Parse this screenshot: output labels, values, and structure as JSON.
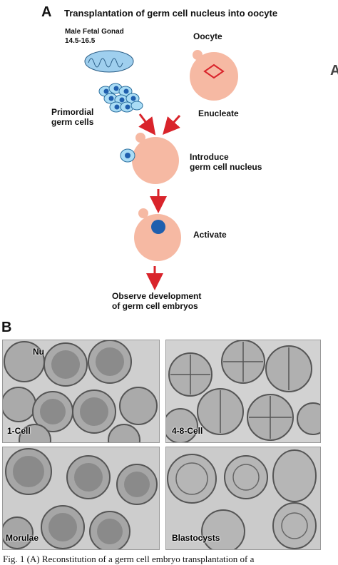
{
  "panel_a": {
    "letter": "A",
    "title": "Transplantation of germ cell nucleus into oocyte",
    "gonad_line1": "Male Fetal Gonad",
    "gonad_line2": "14.5-16.5",
    "oocyte": "Oocyte",
    "pgc_line1": "Primordial",
    "pgc_line2": "germ cells",
    "enucleate": "Enucleate",
    "introduce_line1": "Introduce",
    "introduce_line2": "germ cell nucleus",
    "activate": "Activate",
    "observe_line1": "Observe  development",
    "observe_line2": "of germ cell embryos",
    "edge_letter": "A"
  },
  "panel_b": {
    "letter": "B",
    "images": [
      {
        "label": "1-Cell",
        "extra_label": "Nu"
      },
      {
        "label": "4-8-Cell"
      },
      {
        "label": "Morulae"
      },
      {
        "label": "Blastocysts"
      }
    ]
  },
  "caption": "Fig. 1 (A) Reconstitution of a  germ cell embryo transplantation of a",
  "colors": {
    "oocyte": "#f6b9a3",
    "nucleus": "#1f5fae",
    "arrow": "#d9242b",
    "gonad": "#9fcfee"
  }
}
